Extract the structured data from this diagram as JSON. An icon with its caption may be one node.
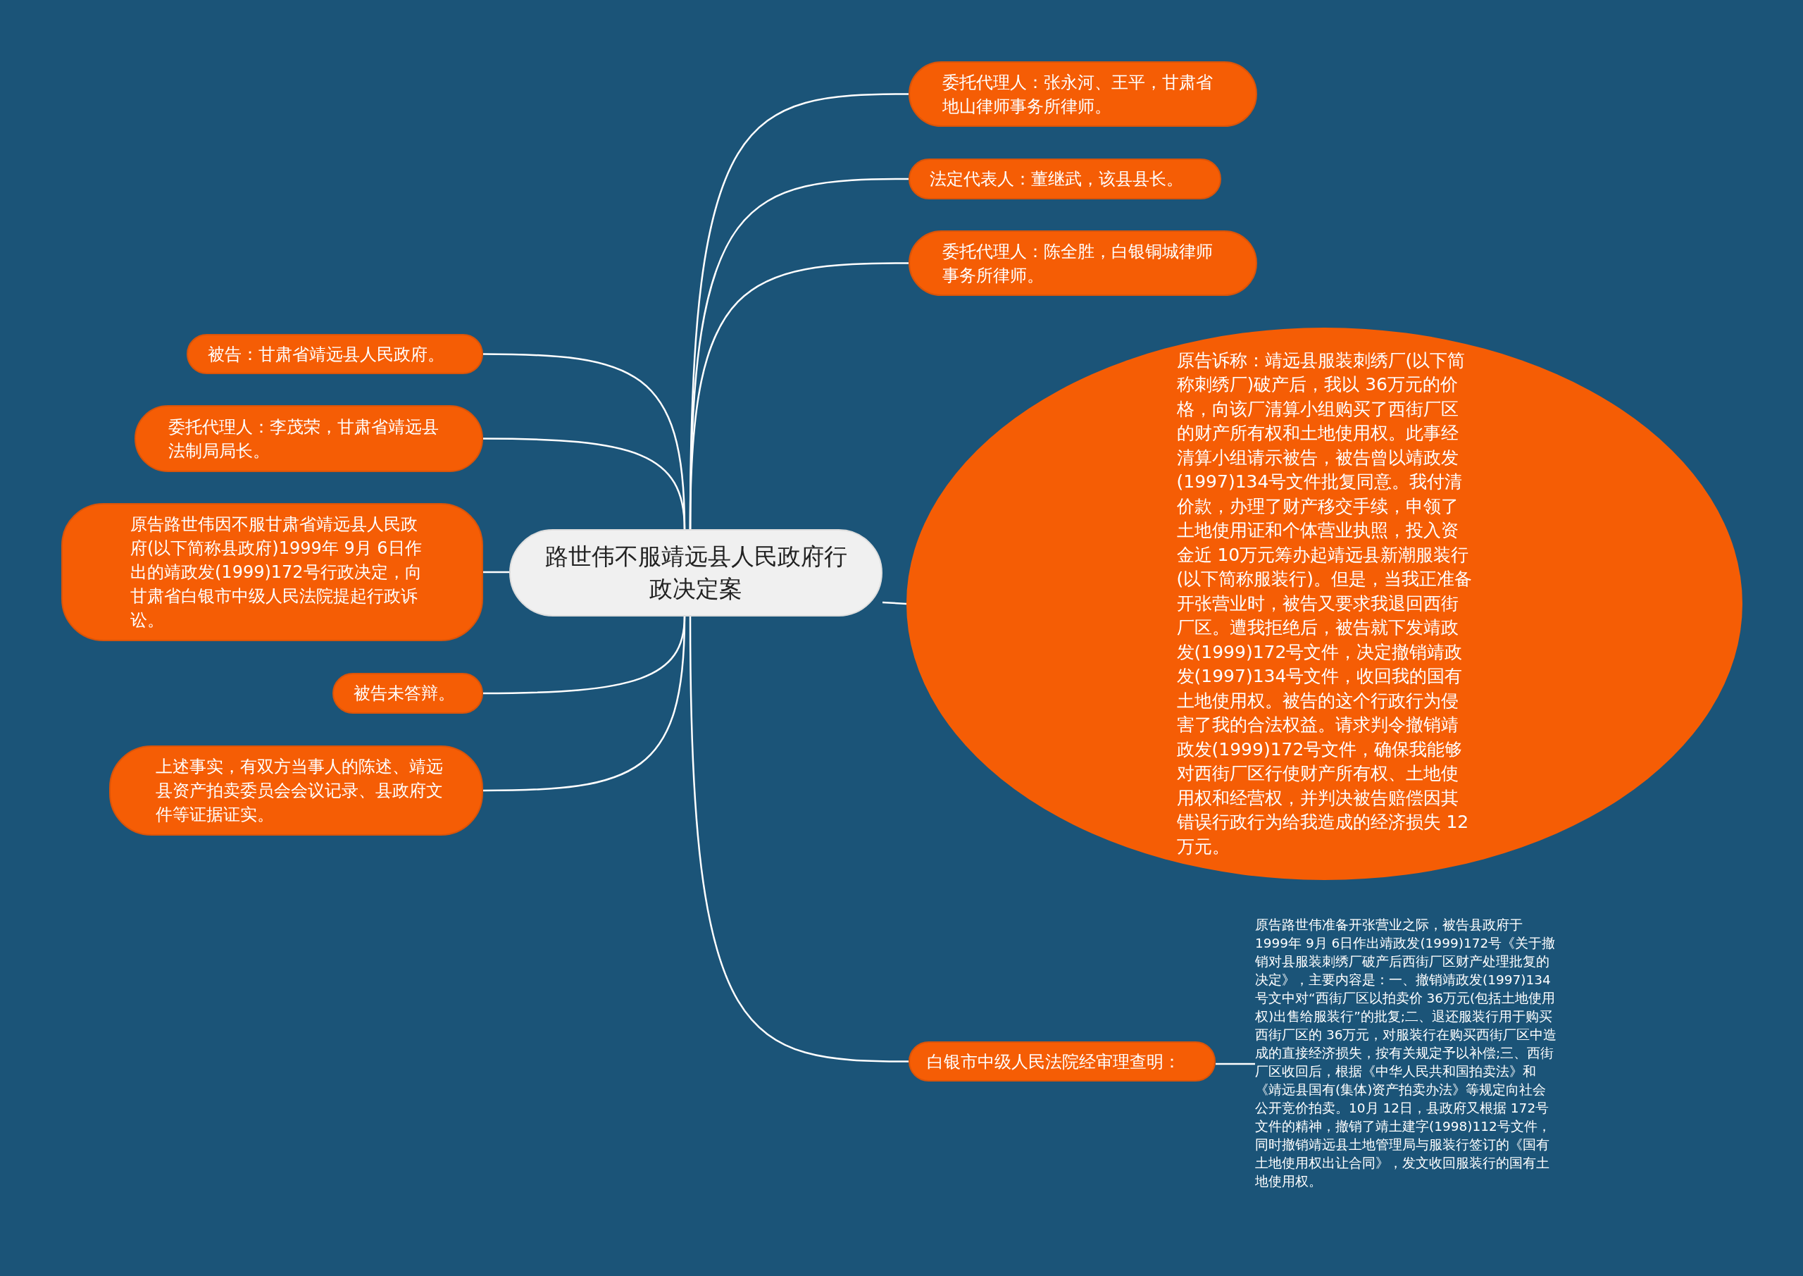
{
  "diagram": {
    "nodes": [
      {
        "text": [
          "路世伟不服靖远县人民政府行政决定案"
        ]
      },
      {
        "text": [
          "委托代理人：张永河、王平，甘肃省地山律师事务所律师。"
        ]
      },
      {
        "text": [
          "法定代表人：董继武，该县县长。"
        ]
      },
      {
        "text": [
          "委托代理人：陈全胜，白银铜城律师事务所律师。"
        ]
      },
      {
        "text": [
          "被告：甘肃省靖远县人民政府。"
        ]
      },
      {
        "text": [
          "委托代理人：李茂荣，甘肃省靖远县法制局局长。"
        ]
      },
      {
        "text": [
          "原告路世伟因不服甘肃省靖远县人民政府(以下简称县政府)1999年 9月 6日作出的靖政发(1999)172号行政决定，向甘肃省白银市中级人民法院提起行政诉讼。"
        ]
      },
      {
        "text": [
          "被告未答辩。"
        ]
      },
      {
        "text": [
          "上述事实，有双方当事人的陈述、靖远县资产拍卖委员会会议记录、县政府文件等证据证实。"
        ]
      },
      {
        "text": [
          "原告诉称：靖远县服装刺绣厂(以下简称刺绣厂)破产后，我以 36万元的价格，向该厂清算小组购买了西街厂区的财产所有权和土地使用权。此事经清算小组请示被告，被告曾以靖政发(1997)134号文件批复同意。我付清价款，办理了财产移交手续，申领了土地使用证和个体营业执照，投入资金近 10万元筹办起靖远县新潮服装行(以下简称服装行)。但是，当我正准备开张营业时，被告又要求我退回西街厂区。遭我拒绝后，被告就下发靖政发(1999)172号文件，决定撤销靖政发(1997)134号文件，收回我的国有土地使用权。被告的这个行政行为侵害了我的合法权益。请求判令撤销靖政发(1999)172号文件，确保我能够对西街厂区行使财产所有权、土地使用权和经营权，并判决被告赔偿因其错误行政行为给我造成的经济损失 12万元。"
        ]
      },
      {
        "text": [
          "白银市中级人民法院经审理查明："
        ]
      },
      {
        "text": [
          "原告路世伟准备开张营业之际，被告县政府于 1999年 9月 6日作出靖政发(1999)172号《关于撤销对县服装刺绣厂破产后西街厂区财产处理批复的决定》，主要内容是：一、撤销靖政发(1997)134号文中对“西街厂区以拍卖价 36万元(包括土地使用权)出售给服装行”的批复;二、退还服装行用于购买西街厂区的 36万元，对服装行在购买西街厂区中造成的直接经济损失，按有关规定予以补偿;三、西街厂区收回后，根据《中华人民共和国拍卖法》和《靖远县国有(集体)资产拍卖办法》等规定向社会公开竞价拍卖。10月 12日，县政府又根据 172号文件的精神，撤销了靖土建字(1998)112号文件，同时撤销靖远县土地管理局与服装行签订的《国有土地使用权出让合同》，发文收回服装行的国有土地使用权。"
        ]
      }
    ],
    "edges": [
      {
        "from": 0,
        "to": 1,
        "arrow": "none"
      },
      {
        "from": 0,
        "to": 2,
        "arrow": "none"
      },
      {
        "from": 0,
        "to": 3,
        "arrow": "none"
      },
      {
        "from": 0,
        "to": 4,
        "arrow": "none"
      },
      {
        "from": 0,
        "to": 5,
        "arrow": "none"
      },
      {
        "from": 0,
        "to": 6,
        "arrow": "none"
      },
      {
        "from": 0,
        "to": 7,
        "arrow": "none"
      },
      {
        "from": 0,
        "to": 8,
        "arrow": "none"
      },
      {
        "from": 0,
        "to": 9,
        "arrow": "none"
      },
      {
        "from": 0,
        "to": 10,
        "arrow": "none"
      },
      {
        "from": 10,
        "to": 11,
        "arrow": "none"
      }
    ]
  }
}
